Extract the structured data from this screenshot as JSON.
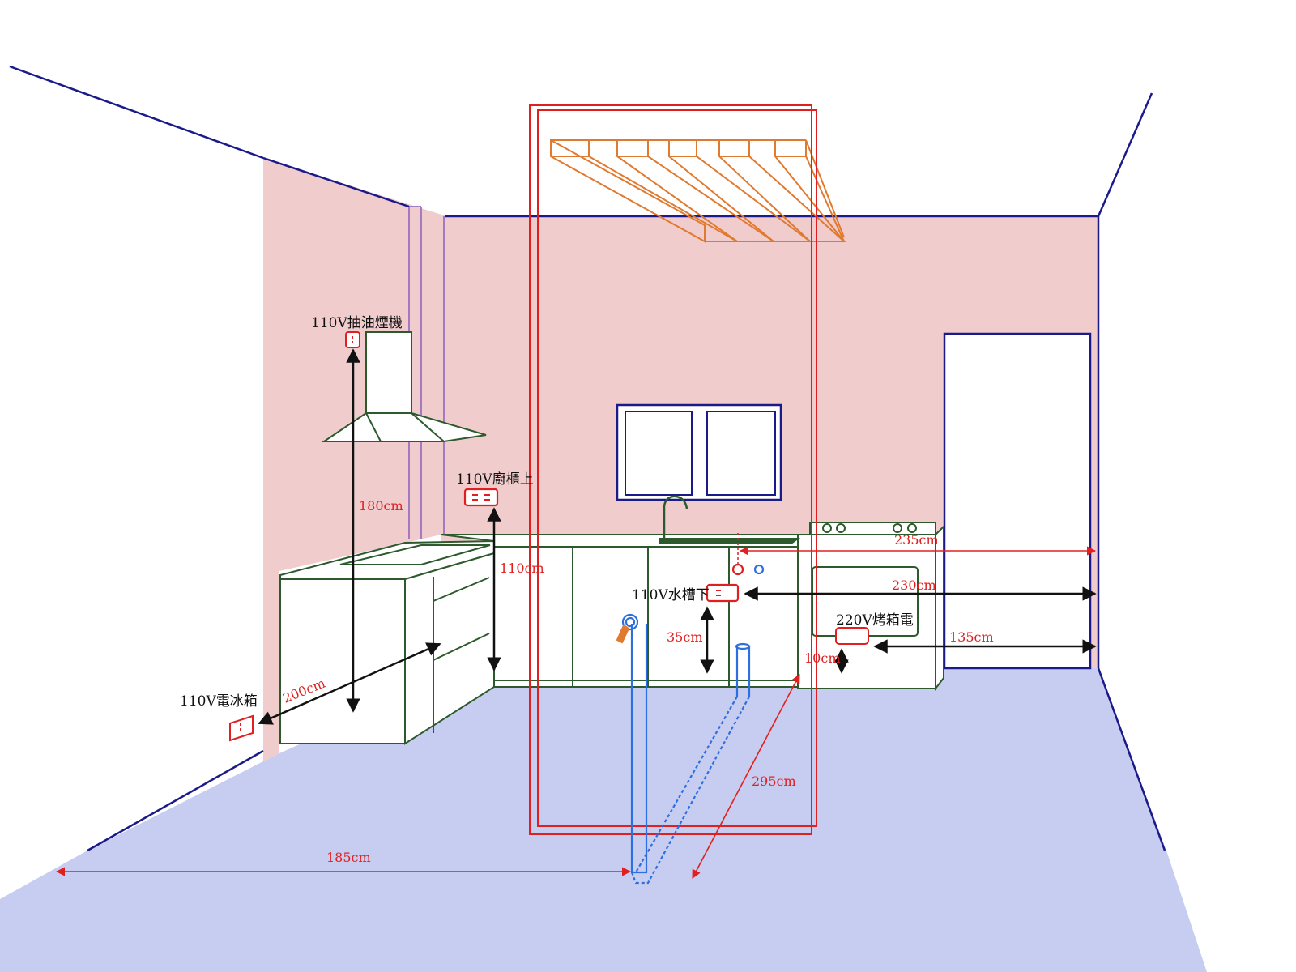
{
  "outlets": {
    "hood": "110V抽油煙機",
    "cabinet_top": "110V廚櫃上",
    "sink_under": "110V水槽下",
    "oven": "220V烤箱電",
    "fridge": "110V電冰箱"
  },
  "dimensions": {
    "d180": "180cm",
    "d110": "110cm",
    "d35": "35cm",
    "d10": "10cm",
    "d200": "200cm",
    "d185": "185cm",
    "d295": "295cm",
    "d235": "235cm",
    "d230": "230cm",
    "d135": "135cm"
  },
  "colors": {
    "wall": "#f0cccc",
    "floor": "#c6cdf0",
    "outline": "#1a1a8a",
    "cabinet": "#2d5a2d",
    "electric": "#e02020",
    "pipe": "#2e6fe0",
    "rack": "#e07a30",
    "arrow": "#111111"
  }
}
